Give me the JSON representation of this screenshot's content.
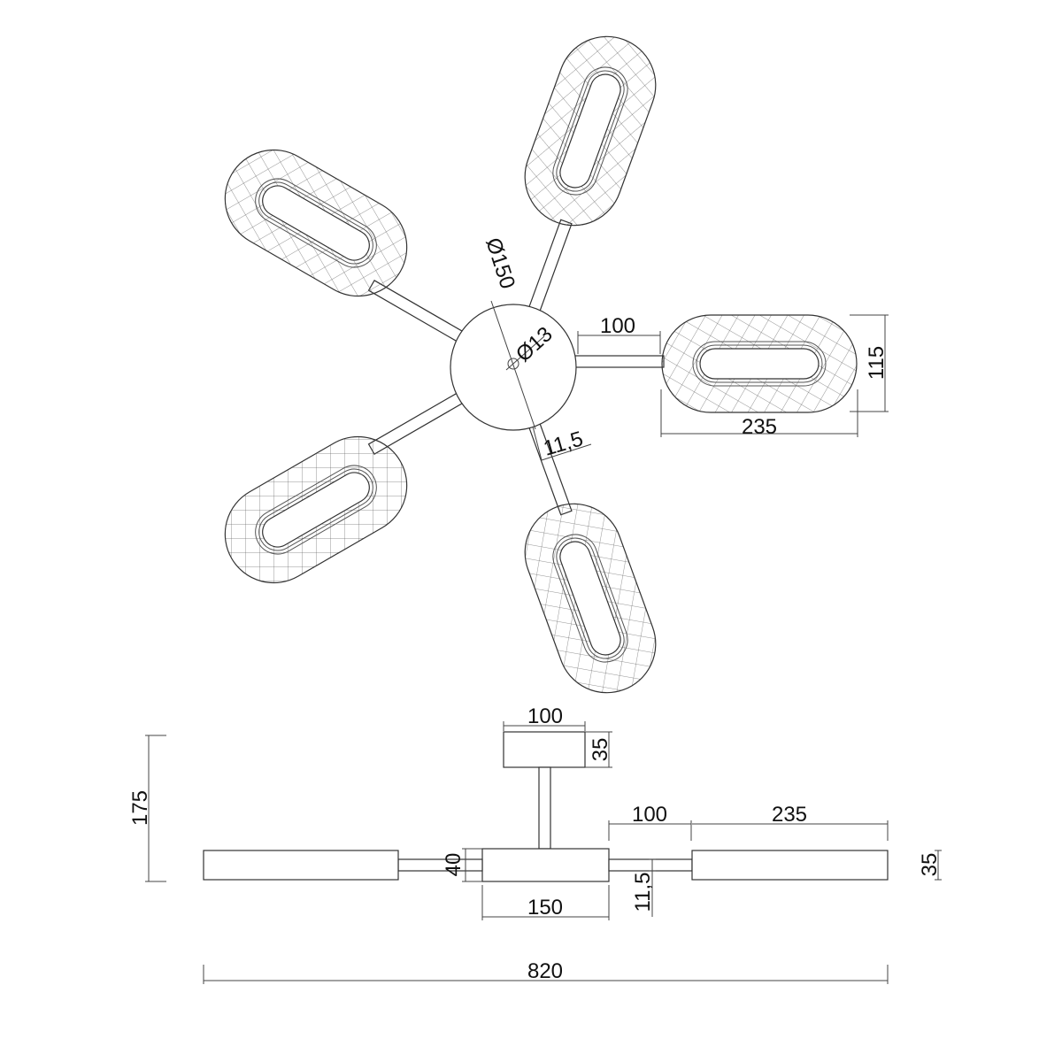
{
  "title": "",
  "colors": {
    "line": "#333333",
    "hatch": "#666666",
    "text": "#111111",
    "background": "#ffffff"
  },
  "top_view": {
    "canopy_diameter": "Ø150",
    "mount_hole_diameter": "Ø13",
    "arm_length": "100",
    "shade_height": "115",
    "shade_length": "235",
    "arm_thickness": "11,5",
    "arm_count": 5
  },
  "side_view": {
    "canopy_width": "100",
    "canopy_height": "35",
    "total_height": "175",
    "arm_length": "100",
    "shade_length": "235",
    "hub_height": "40",
    "shade_height": "35",
    "hub_width": "150",
    "arm_thickness": "11,5",
    "total_width": "820"
  }
}
